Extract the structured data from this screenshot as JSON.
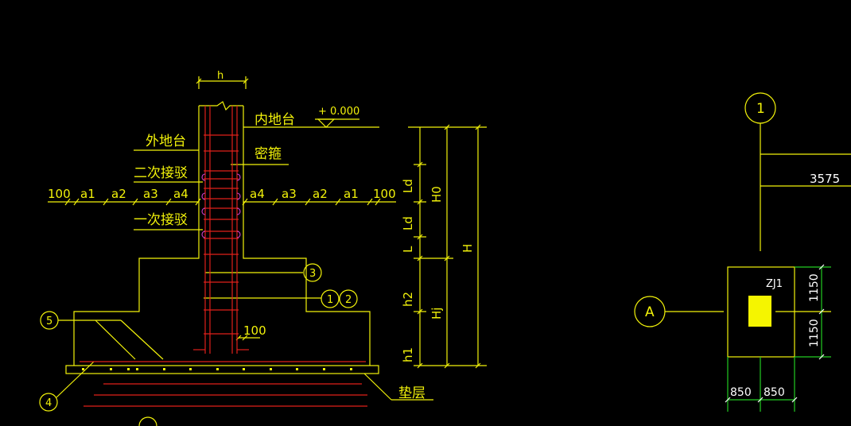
{
  "colors": {
    "background": "#000000",
    "dimension": "#f2f20a",
    "rebar": "#e0201a",
    "grid_green": "#22cc22",
    "white": "#ffffff",
    "column_fill": "#f5f500"
  },
  "section": {
    "width_label": "h",
    "elevation_label": "+ 0.000",
    "inner_ground": "内地台",
    "outer_ground": "外地台",
    "dense_stirrup": "密箍",
    "second_splice": "二次接驳",
    "first_splice": "一次接驳",
    "cushion": "垫层",
    "spacing_100_bottom": "100",
    "left_dims": [
      "100",
      "a1",
      "a2",
      "a3",
      "a4"
    ],
    "right_dims": [
      "a4",
      "a3",
      "a2",
      "a1",
      "100"
    ],
    "callouts": {
      "c3": "3",
      "c1": "1",
      "c2": "2",
      "c5": "5",
      "c4": "4"
    },
    "vertical_dims": {
      "Ld_upper": "Ld",
      "Ld_lower": "Ld",
      "L": "L",
      "h2": "h2",
      "h1": "h1",
      "H0": "H0",
      "Hj": "Hj",
      "H": "H"
    }
  },
  "plan": {
    "axis_1": "1",
    "axis_A": "A",
    "dim_3575": "3575",
    "column_tag": "ZJ1",
    "dim_1150_top": "1150",
    "dim_1150_bottom": "1150",
    "dim_850_left": "850",
    "dim_850_right": "850"
  }
}
